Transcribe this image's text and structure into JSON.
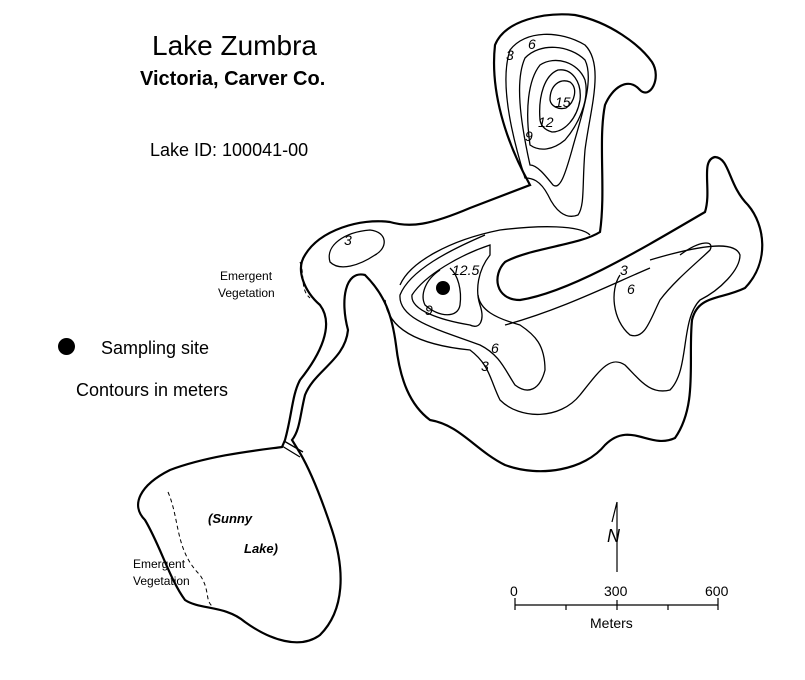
{
  "title": "Lake Zumbra",
  "subtitle": "Victoria, Carver Co.",
  "lake_id": "Lake ID: 100041-00",
  "legend": {
    "sampling_site": "Sampling site",
    "contours": "Contours in meters"
  },
  "labels": {
    "emergent_vegetation_top": [
      "Emergent",
      "Vegetation"
    ],
    "emergent_vegetation_bottom": [
      "Emergent",
      "Vegetation"
    ],
    "sunny_lake": [
      "(Sunny",
      "Lake)"
    ],
    "north": "N"
  },
  "contour_labels": {
    "north": [
      "3",
      "6",
      "15",
      "12",
      "9"
    ],
    "west": "3",
    "center": [
      "12.5",
      "9",
      "6",
      "3"
    ],
    "east": [
      "3",
      "6"
    ]
  },
  "scale": {
    "ticks": [
      "0",
      "300",
      "600"
    ],
    "unit": "Meters"
  }
}
